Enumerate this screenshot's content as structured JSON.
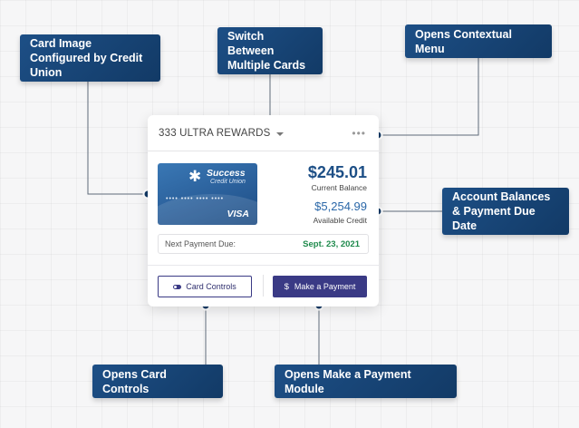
{
  "callouts": {
    "card_image": "Card Image Configured by Credit Union",
    "switch_cards": "Switch Between Multiple Cards",
    "context_menu": "Opens Contextual Menu",
    "balances": "Account Balances & Payment Due Date",
    "card_controls": "Opens Card Controls",
    "make_payment": "Opens Make a Payment Module"
  },
  "widget": {
    "card_name": "333 ULTRA REWARDS",
    "menu_icon": "more-dots-icon",
    "card": {
      "brand": "Success",
      "subtitle": "Credit Union",
      "number_mask": "•••• •••• •••• ••••",
      "network": "VISA"
    },
    "current_balance": "$245.01",
    "current_balance_label": "Current Balance",
    "available_credit": "$5,254.99",
    "available_credit_label": "Available Credit",
    "next_payment_label": "Next Payment Due:",
    "next_payment_date": "Sept. 23, 2021",
    "card_controls_label": "Card Controls",
    "make_payment_label": "Make a Payment"
  },
  "colors": {
    "callout_bg": "#1a4a7e",
    "button_primary": "#3a3a85",
    "due_date": "#1f8a4c",
    "balance_text": "#1d4f86"
  }
}
